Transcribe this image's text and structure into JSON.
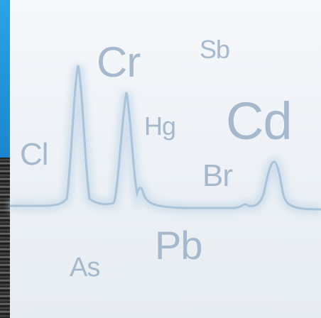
{
  "labels": {
    "cr": "Cr",
    "sb": "Sb",
    "hg": "Hg",
    "cd": "Cd",
    "cl": "Cl",
    "br": "Br",
    "pb": "Pb",
    "as": "As"
  },
  "colors": {
    "trace": "#a9c3d9",
    "trace_glow": "#c9dbea",
    "label": "#9fb3c8",
    "accent_blue": "#1b86cf"
  }
}
